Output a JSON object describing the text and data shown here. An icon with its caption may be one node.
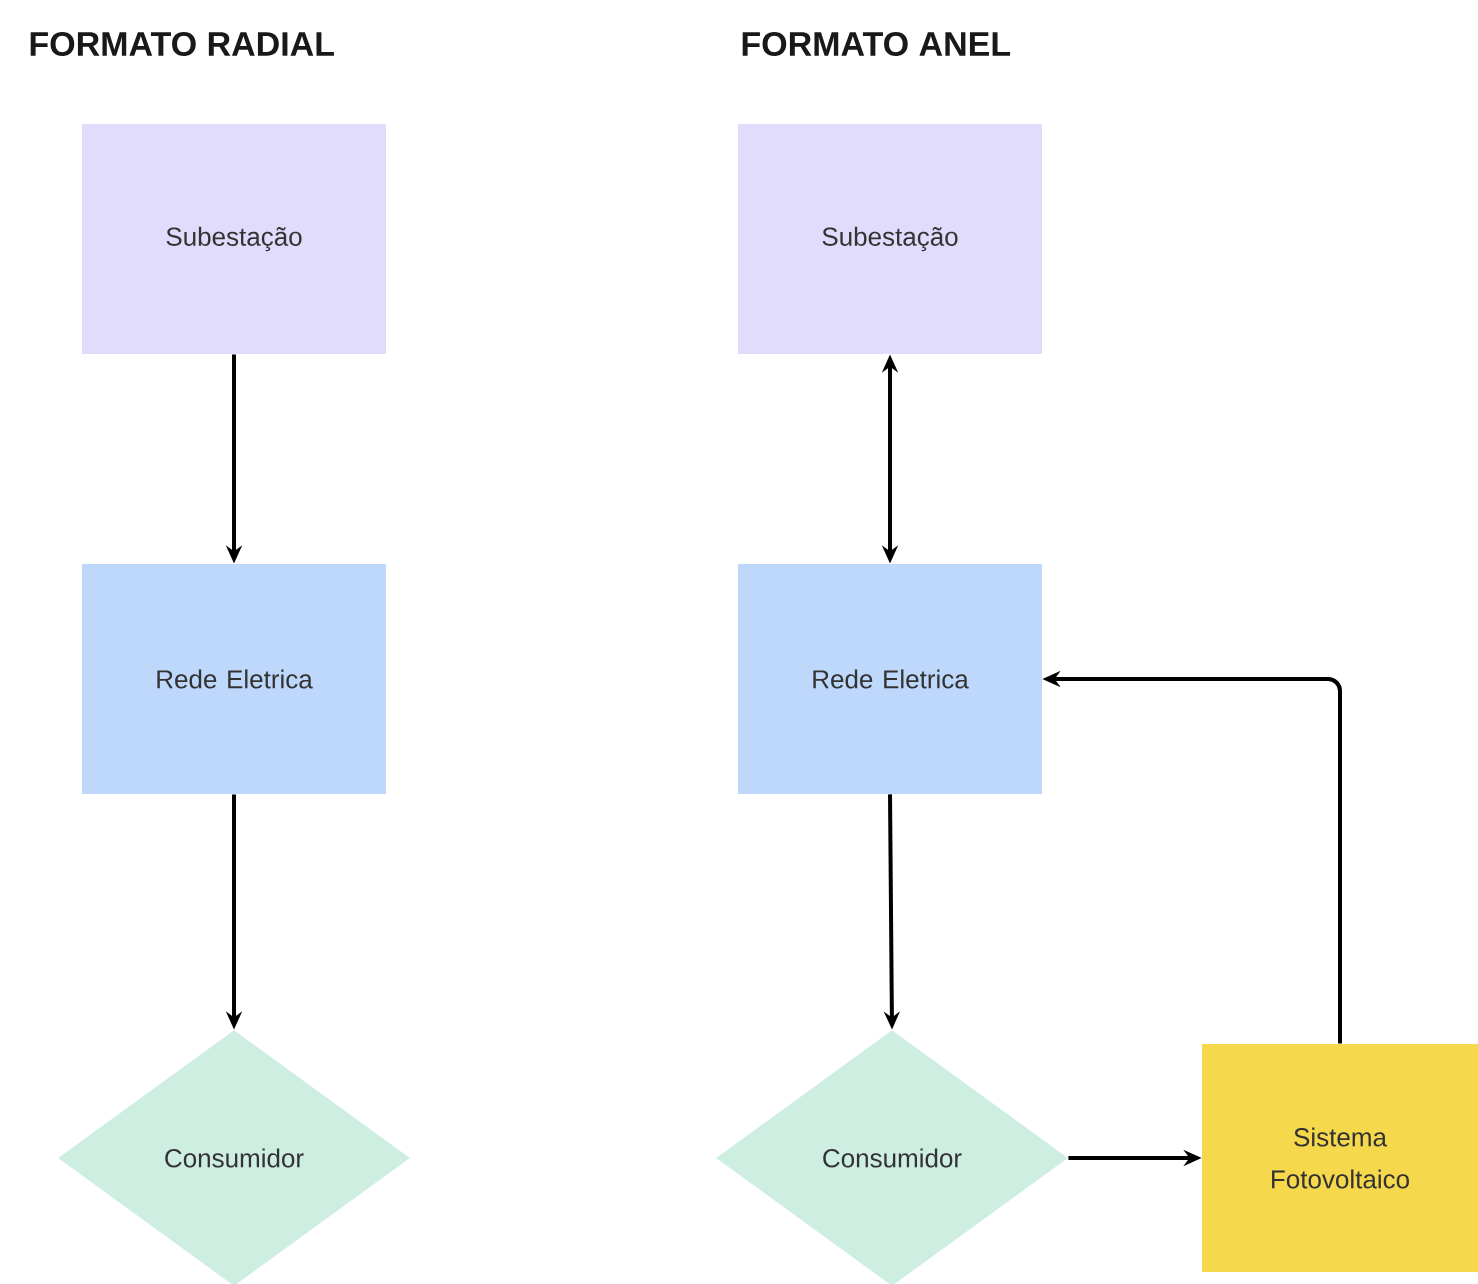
{
  "diagram": {
    "nodes": [
      {
        "text": [
          "Subestação"
        ]
      },
      {
        "text": [
          "Rede Eletrica"
        ]
      },
      {
        "text": [
          "Consumidor"
        ]
      },
      {
        "text": [
          "Subestação"
        ]
      },
      {
        "text": [
          "Rede Eletrica"
        ]
      },
      {
        "text": [
          "Consumidor"
        ]
      },
      {
        "text": [
          "Sistema Fotovoltaico"
        ]
      }
    ],
    "edges": [
      {
        "from": 0,
        "to": 1,
        "arrow": "to"
      },
      {
        "from": 1,
        "to": 2,
        "arrow": "to"
      },
      {
        "from": 3,
        "to": 4,
        "arrow": "both"
      },
      {
        "from": 4,
        "to": 5,
        "arrow": "to"
      },
      {
        "from": 5,
        "to": 6,
        "arrow": "to"
      },
      {
        "from": 6,
        "to": 4,
        "arrow": "to"
      }
    ],
    "labels": [
      "FORMATO RADIAL",
      "FORMATO ANEL"
    ]
  }
}
